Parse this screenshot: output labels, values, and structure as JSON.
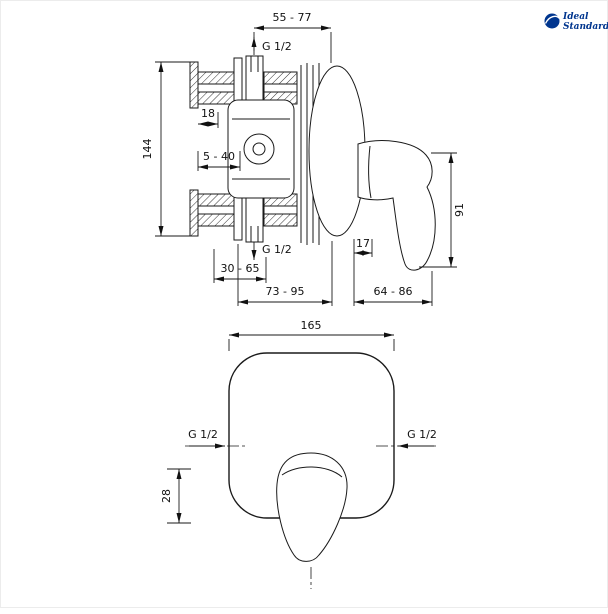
{
  "brand": {
    "line1": "Ideal",
    "line2": "Standard",
    "color": "#00358E"
  },
  "side_view": {
    "dim_width_range_top": "55 - 77",
    "thread_top": "G 1/2",
    "dim_height": "144",
    "dim_depth_offset": "18",
    "dim_wall_depth_range": "5 - 40",
    "thread_bottom": "G 1/2",
    "dim_body_wall_range": "30 - 65",
    "dim_total_depth_range": "73 - 95",
    "dim_escutcheon_depth": "17",
    "dim_handle_depth_range": "64 - 86",
    "dim_handle_height": "91"
  },
  "front_view": {
    "dim_plate_width": "165",
    "thread_left": "G 1/2",
    "thread_right": "G 1/2",
    "dim_handle_offset": "28"
  }
}
